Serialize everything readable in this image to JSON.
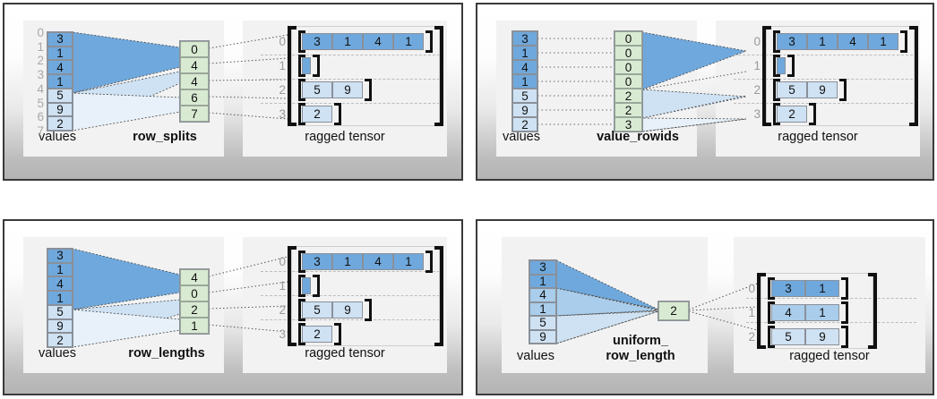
{
  "figure": {
    "title_absent": true,
    "colors": {
      "value_dark": "#6fa8dc",
      "value_mid": "#a9cdeb",
      "value_light": "#cfe2f3",
      "partition_green": "#d9ead3",
      "panel_border": "#3a3a3a",
      "subpanel_bg": "#f2f2f2",
      "index_label": "#a8a8a8",
      "bracket": "#111111",
      "connector": "#555555"
    }
  },
  "panels": [
    {
      "id": "row-splits",
      "values_label": "values",
      "values": [
        "3",
        "1",
        "4",
        "1",
        "5",
        "9",
        "2"
      ],
      "value_shades": [
        "dark",
        "dark",
        "dark",
        "dark",
        "light",
        "light",
        "light"
      ],
      "values_index_labels": [
        "0",
        "1",
        "2",
        "3",
        "4",
        "5",
        "6",
        "7"
      ],
      "partition_label": "row_splits",
      "partition_values": [
        "0",
        "4",
        "4",
        "6",
        "7"
      ],
      "tensor_label": "ragged tensor",
      "tensor_row_index_labels": [
        "0",
        "1",
        "2",
        "3"
      ],
      "tensor_rows": [
        {
          "cells": [
            "3",
            "1",
            "4",
            "1"
          ],
          "shade": "dark"
        },
        {
          "cells": [],
          "shade": "dark"
        },
        {
          "cells": [
            "5",
            "9"
          ],
          "shade": "light"
        },
        {
          "cells": [
            "2"
          ],
          "shade": "light"
        }
      ]
    },
    {
      "id": "value-rowids",
      "values_label": "values",
      "values": [
        "3",
        "1",
        "4",
        "1",
        "5",
        "9",
        "2"
      ],
      "value_shades": [
        "dark",
        "dark",
        "dark",
        "dark",
        "light",
        "light",
        "light"
      ],
      "values_index_labels": [],
      "partition_label": "value_rowids",
      "partition_values": [
        "0",
        "0",
        "0",
        "0",
        "2",
        "2",
        "3"
      ],
      "tensor_label": "ragged tensor",
      "tensor_row_index_labels": [
        "0",
        "1",
        "2",
        "3"
      ],
      "tensor_rows": [
        {
          "cells": [
            "3",
            "1",
            "4",
            "1"
          ],
          "shade": "dark"
        },
        {
          "cells": [],
          "shade": "dark"
        },
        {
          "cells": [
            "5",
            "9"
          ],
          "shade": "light"
        },
        {
          "cells": [
            "2"
          ],
          "shade": "light"
        }
      ]
    },
    {
      "id": "row-lengths",
      "values_label": "values",
      "values": [
        "3",
        "1",
        "4",
        "1",
        "5",
        "9",
        "2"
      ],
      "value_shades": [
        "dark",
        "dark",
        "dark",
        "dark",
        "light",
        "light",
        "light"
      ],
      "values_index_labels": [],
      "partition_label": "row_lengths",
      "partition_values": [
        "4",
        "0",
        "2",
        "1"
      ],
      "tensor_label": "ragged tensor",
      "tensor_row_index_labels": [
        "0",
        "1",
        "2",
        "3"
      ],
      "tensor_rows": [
        {
          "cells": [
            "3",
            "1",
            "4",
            "1"
          ],
          "shade": "dark"
        },
        {
          "cells": [],
          "shade": "dark"
        },
        {
          "cells": [
            "5",
            "9"
          ],
          "shade": "light"
        },
        {
          "cells": [
            "2"
          ],
          "shade": "light"
        }
      ]
    },
    {
      "id": "uniform-row-length",
      "values_label": "values",
      "values": [
        "3",
        "1",
        "4",
        "1",
        "5",
        "9"
      ],
      "value_shades": [
        "dark",
        "dark",
        "mid",
        "mid",
        "light",
        "light"
      ],
      "values_index_labels": [],
      "partition_label_line1": "uniform_",
      "partition_label_line2": "row_length",
      "partition_label": "uniform_ row_length",
      "partition_values": [
        "2"
      ],
      "tensor_label": "ragged tensor",
      "tensor_row_index_labels": [
        "0",
        "1",
        "2"
      ],
      "tensor_rows": [
        {
          "cells": [
            "3",
            "1"
          ],
          "shade": "dark"
        },
        {
          "cells": [
            "4",
            "1"
          ],
          "shade": "mid"
        },
        {
          "cells": [
            "5",
            "9"
          ],
          "shade": "light"
        }
      ]
    }
  ]
}
